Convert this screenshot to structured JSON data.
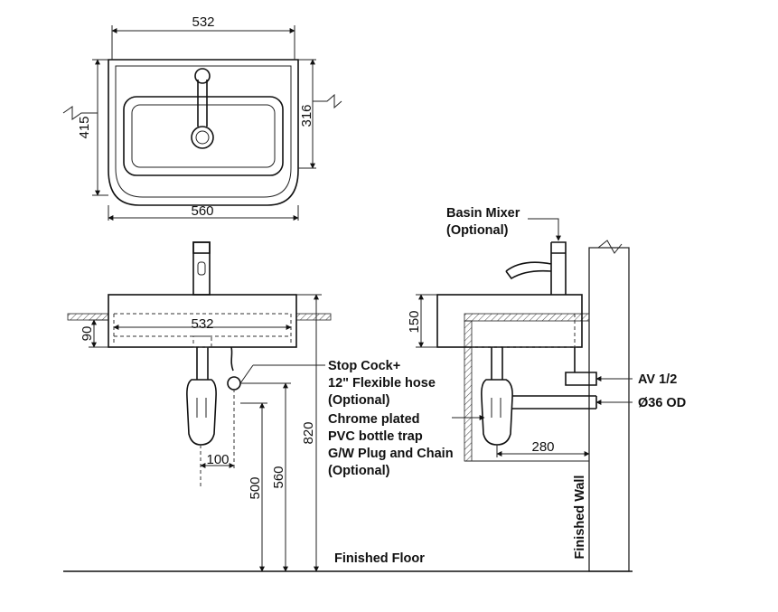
{
  "top_view": {
    "dim_width_top": "532",
    "dim_width_bottom": "560",
    "dim_depth_outer": "415",
    "dim_depth_inner": "316"
  },
  "front_view": {
    "dim_inner_width": "532",
    "dim_thickness": "90",
    "dim_offset": "100",
    "dim_height_500": "500",
    "dim_height_560": "560",
    "dim_height_820": "820"
  },
  "side_view": {
    "dim_thickness": "150",
    "dim_projection": "280"
  },
  "labels": {
    "basin_mixer_1": "Basin Mixer",
    "basin_mixer_2": "(Optional)",
    "stop_cock_1": "Stop Cock+",
    "stop_cock_2": "12\" Flexible hose",
    "stop_cock_3": "(Optional)",
    "trap_1": "Chrome plated",
    "trap_2": "PVC bottle trap",
    "trap_3": "G/W Plug and Chain",
    "trap_4": "(Optional)",
    "av": "AV 1/2",
    "od": "Ø36 OD",
    "finished_floor": "Finished Floor",
    "finished_wall": "Finished Wall"
  }
}
